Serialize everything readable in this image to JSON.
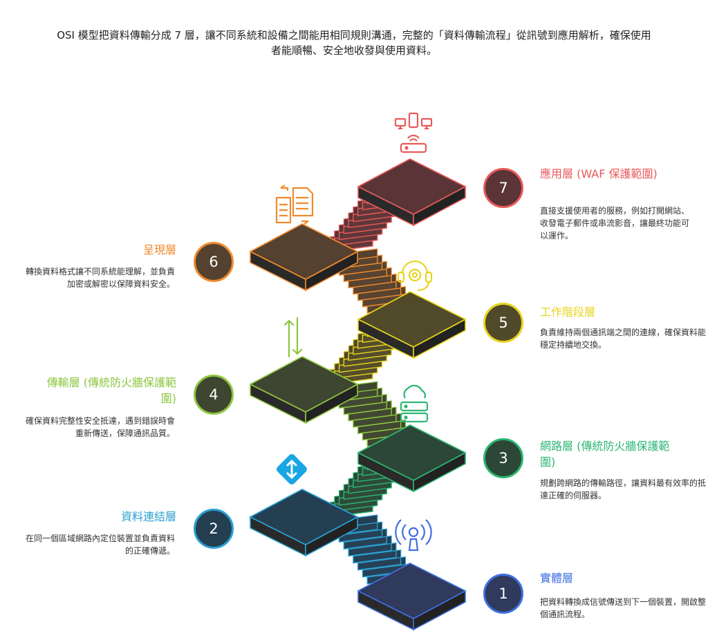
{
  "intro": "OSI 模型把資料傳輸分成 7 層，讓不同系統和設備之間能用相同規則溝通，完整的「資料傳輸流程」從訊號到應用解析，確保使用者能順暢、安全地收發與使用資料。",
  "layers": [
    {
      "num": "1",
      "title": "實體層",
      "desc": "把資料轉換成信號傳送到下一個裝置，開啟整個通訊流程。",
      "color": "#3f6ee0",
      "fill": "#2f3a5c",
      "icon": "broadcast-icon"
    },
    {
      "num": "2",
      "title": "資料連結層",
      "desc": "在同一個區域網路內定位裝置並負責資料的正確傳遞。",
      "color": "#2a9fd0",
      "fill": "#243e52",
      "icon": "vertical-arrows-badge-icon"
    },
    {
      "num": "3",
      "title": "網路層 (傳統防火牆保護範圍)",
      "desc": "規劃跨網路的傳輸路徑，讓資料最有效率的抵達正確的伺服器。",
      "color": "#2bb673",
      "fill": "#2c4736",
      "icon": "cloud-server-icon"
    },
    {
      "num": "4",
      "title": "傳輸層 (傳統防火牆保護範圍)",
      "desc": "確保資料完整性安全抵達，遇到錯誤時會重新傳送，保障通訊品質。",
      "color": "#8dc63f",
      "fill": "#3e4530",
      "icon": "vertical-transfer-icon"
    },
    {
      "num": "5",
      "title": "工作階段層",
      "desc": "負責維持兩個通訊端之間的連線，確保資料能穩定持續地交換。",
      "color": "#e8d41e",
      "fill": "#504a2a",
      "icon": "gear-headset-icon"
    },
    {
      "num": "6",
      "title": "呈現層",
      "desc": "轉換資料格式讓不同系統能理解，並負責加密或解密以保障資料安全。",
      "color": "#f08a2c",
      "fill": "#54412f",
      "icon": "document-convert-icon"
    },
    {
      "num": "7",
      "title": "應用層 (WAF 保護範圍)",
      "desc": "直接支援使用者的服務，例如打開網站、收發電子郵件或串流影音，讓最終功能可以運作。",
      "color": "#e85a5a",
      "fill": "#5a3436",
      "icon": "devices-router-icon"
    }
  ]
}
